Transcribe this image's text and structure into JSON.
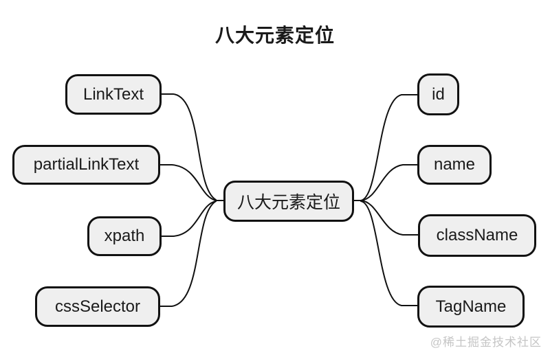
{
  "title": "八大元素定位",
  "center_node": {
    "label": "八大元素定位"
  },
  "left_nodes": [
    {
      "label": "LinkText"
    },
    {
      "label": "partialLinkText"
    },
    {
      "label": "xpath"
    },
    {
      "label": "cssSelector"
    }
  ],
  "right_nodes": [
    {
      "label": "id"
    },
    {
      "label": "name"
    },
    {
      "label": "className"
    },
    {
      "label": "TagName"
    }
  ],
  "watermark": "@稀土掘金技术社区",
  "colors": {
    "background": "#ffffff",
    "node_fill": "#efefef",
    "node_border": "#111111",
    "connector": "#111111",
    "text": "#1a1a1a",
    "watermark": "#c5c5c5"
  }
}
